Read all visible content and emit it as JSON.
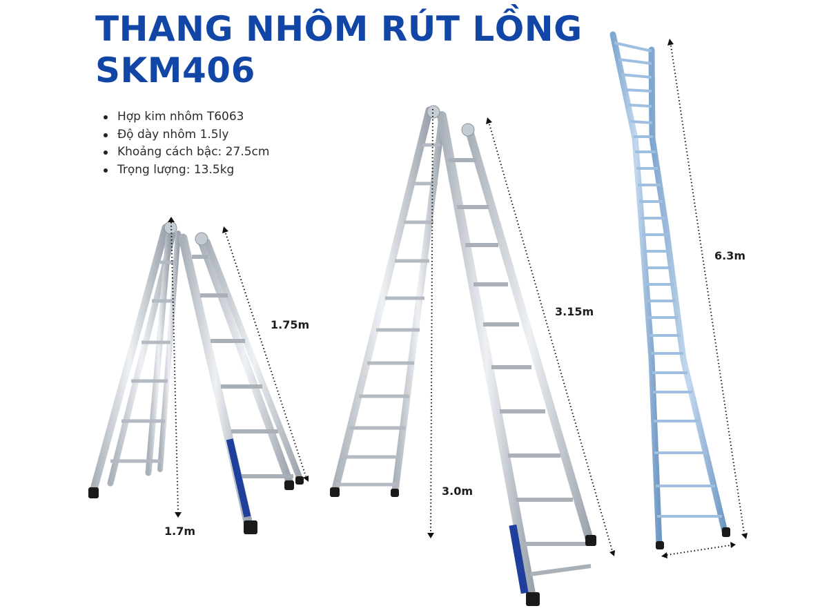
{
  "title": {
    "line1": "THANG NHÔM RÚT LỒNG",
    "line2": "SKM406",
    "color": "#1246a6"
  },
  "specs": [
    "Hợp kim nhôm T6063",
    "Độ dày nhôm 1.5ly",
    "Khoảng cách bậc: 27.5cm",
    "Trọng lượng: 13.5kg"
  ],
  "configurations": [
    {
      "name": "small-a-frame",
      "height_label": "1.7m",
      "side_label": "1.75m"
    },
    {
      "name": "large-a-frame",
      "height_label": "3.0m",
      "side_label": "3.15m"
    },
    {
      "name": "straight-extension",
      "length_label": "6.3m"
    }
  ],
  "colors": {
    "aluminum": "#c9ced4",
    "aluminum_dark": "#9aa3ad",
    "straight_ladder": "#8fb3d6",
    "feet": "#1a1a1a",
    "label_blue": "#1e3f9c"
  }
}
